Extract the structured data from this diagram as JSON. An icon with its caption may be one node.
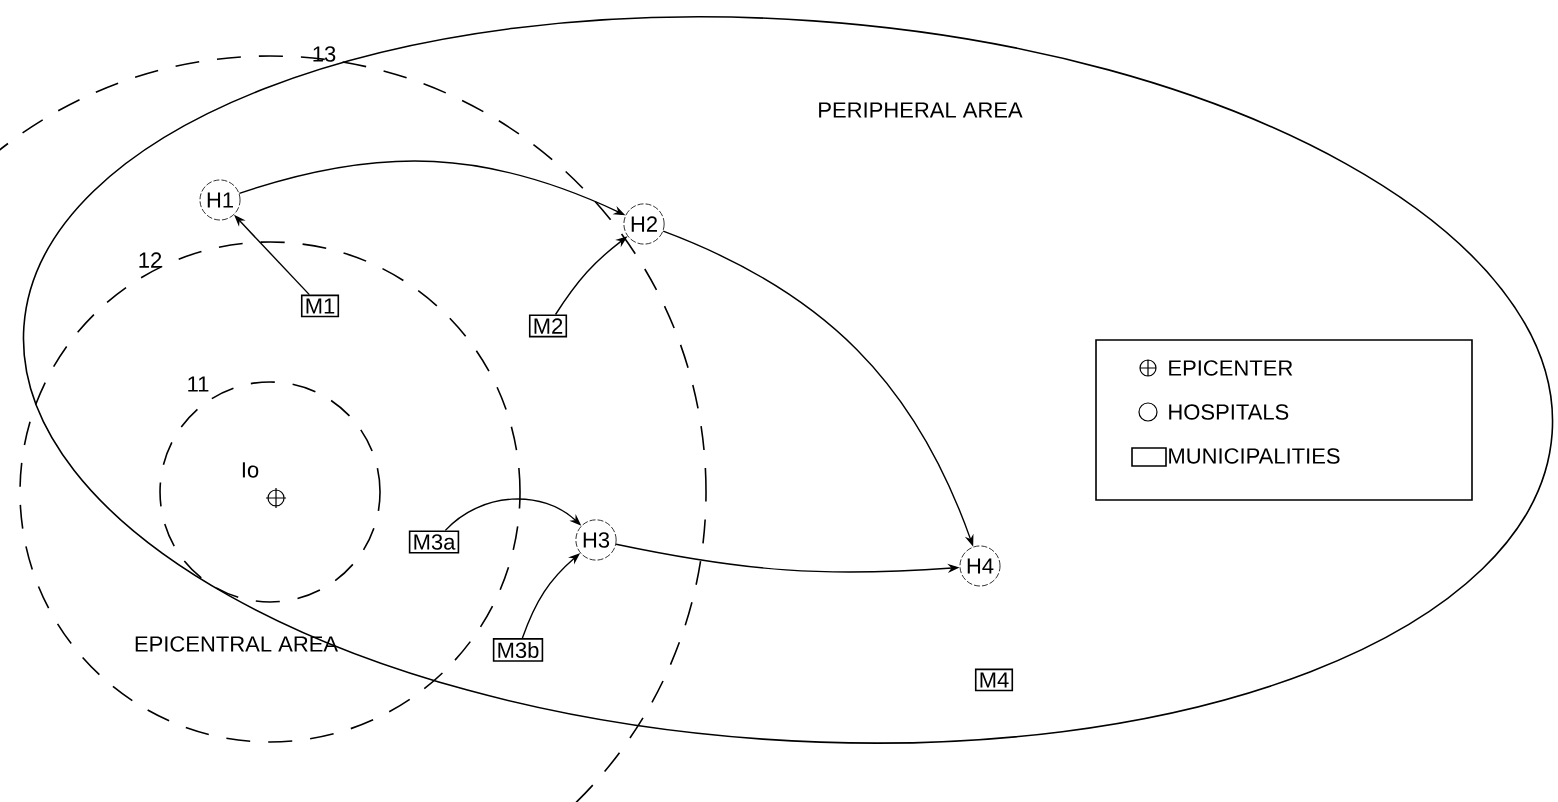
{
  "diagram": {
    "nodes": [
      {
        "text": [
          "H1"
        ]
      },
      {
        "text": [
          "H2"
        ]
      },
      {
        "text": [
          "H3"
        ]
      },
      {
        "text": [
          "H4"
        ]
      },
      {
        "text": [
          "M1"
        ]
      },
      {
        "text": [
          "M2"
        ]
      },
      {
        "text": [
          "M3a"
        ]
      },
      {
        "text": [
          "M3b"
        ]
      },
      {
        "text": [
          "M4"
        ]
      }
    ],
    "edges": [
      {
        "from": 4,
        "to": 0,
        "arrow": "to"
      },
      {
        "from": 0,
        "to": 1,
        "arrow": "to"
      },
      {
        "from": 5,
        "to": 1,
        "arrow": "to"
      },
      {
        "from": 1,
        "to": 3,
        "arrow": "to"
      },
      {
        "from": 6,
        "to": 2,
        "arrow": "to"
      },
      {
        "from": 7,
        "to": 2,
        "arrow": "to"
      },
      {
        "from": 2,
        "to": 3,
        "arrow": "to"
      }
    ],
    "labels": [
      "13",
      "PERIPHERAL AREA",
      "12",
      "11",
      "Io",
      "EPICENTRAL AREA"
    ],
    "legend": [
      {
        "text": "EPICENTER"
      },
      {
        "text": "HOSPITALS"
      },
      {
        "text": "MUNICIPALITIES"
      }
    ]
  }
}
